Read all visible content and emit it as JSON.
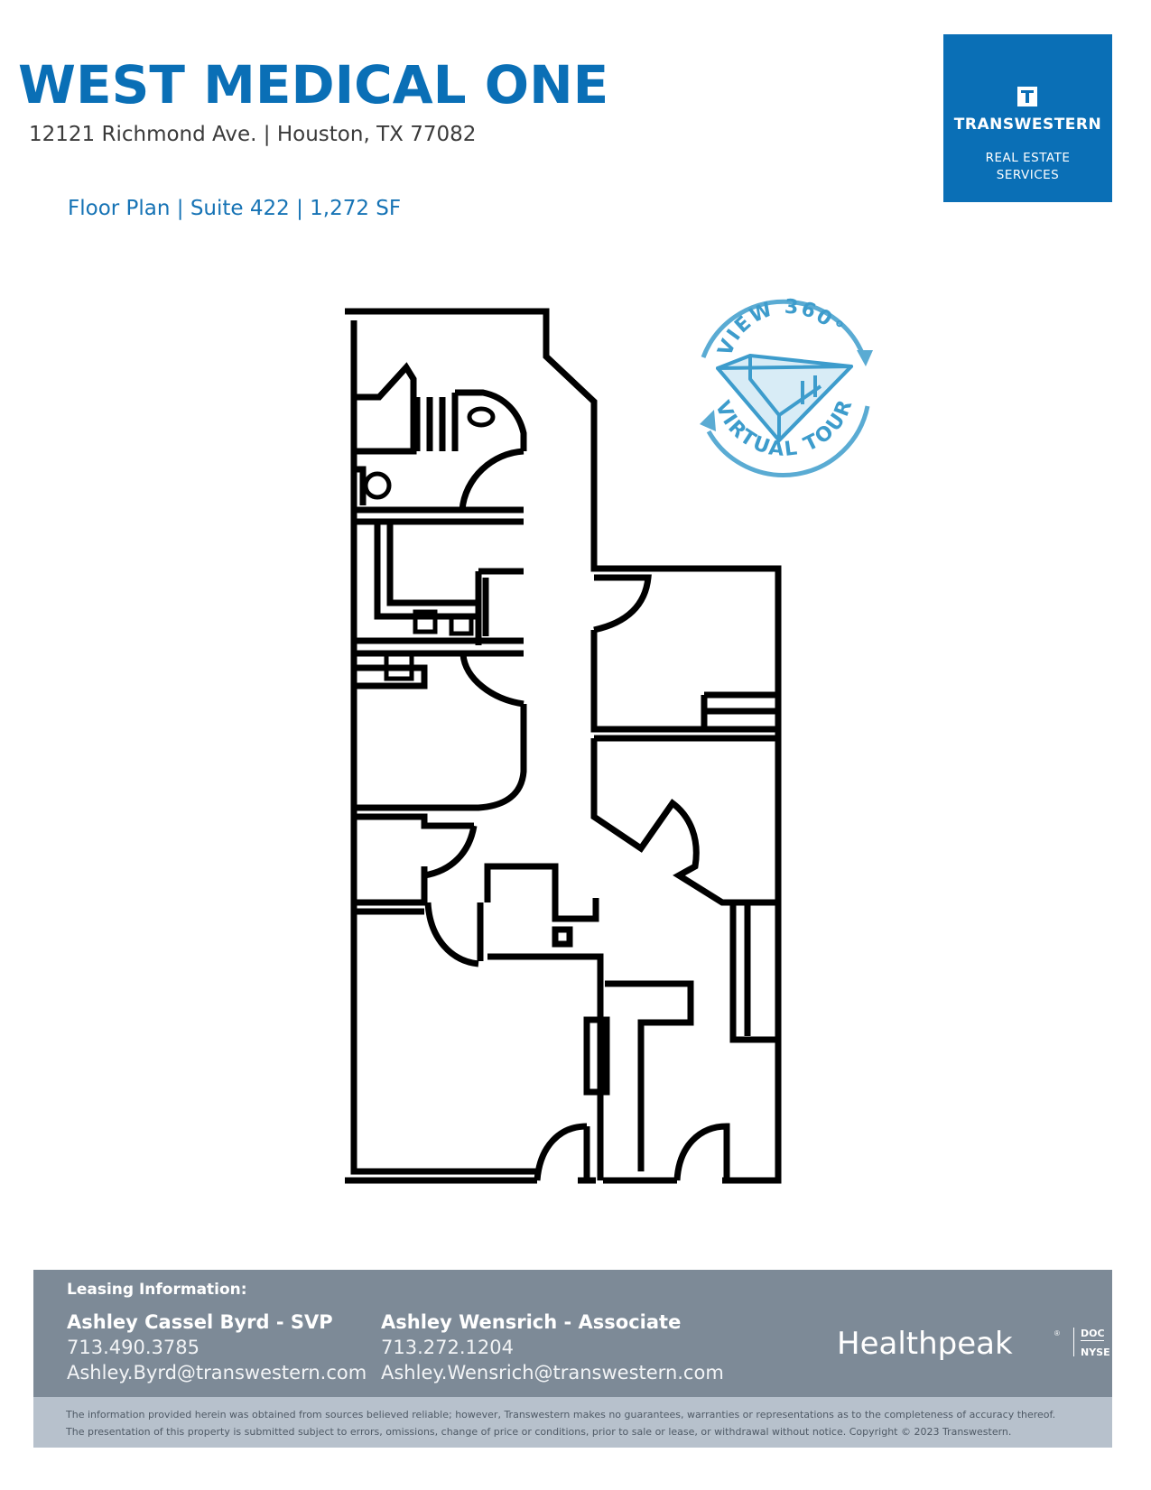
{
  "header": {
    "title": "WEST MEDICAL ONE",
    "address": "12121 Richmond Ave. | Houston, TX 77082",
    "subtitle": "Floor Plan | Suite 422 | 1,272 SF"
  },
  "logo": {
    "icon": "transwestern-t-icon",
    "name": "TRANSWESTERN",
    "line1": "REAL ESTATE",
    "line2": "SERVICES",
    "color": "#0a6fb6"
  },
  "tour_badge": {
    "top_text": "VIEW 360°",
    "bottom_text": "VIRTUAL TOUR",
    "color": "#5aabd3"
  },
  "footer": {
    "label": "Leasing Information:",
    "contacts": [
      {
        "name": "Ashley Cassel Byrd - SVP",
        "phone": "713.490.3785",
        "email": "Ashley.Byrd@transwestern.com"
      },
      {
        "name": "Ashley  Wensrich - Associate",
        "phone": "713.272.1204",
        "email": "Ashley.Wensrich@transwestern.com"
      }
    ],
    "partner": {
      "name": "Healthpeak",
      "registered": "®",
      "ticker_top": "DOC",
      "ticker_bottom": "NYSE"
    },
    "background": "#7d8a97"
  },
  "disclaimer": {
    "line1": "The information provided herein was obtained from sources believed reliable; however, Transwestern makes no guarantees, warranties or representations as to the completeness of accuracy thereof.",
    "line2": "The presentation of this property is submitted subject to errors, omissions, change of price or conditions, prior to sale or lease, or withdrawal without notice. Copyright © 2023 Transwestern."
  }
}
